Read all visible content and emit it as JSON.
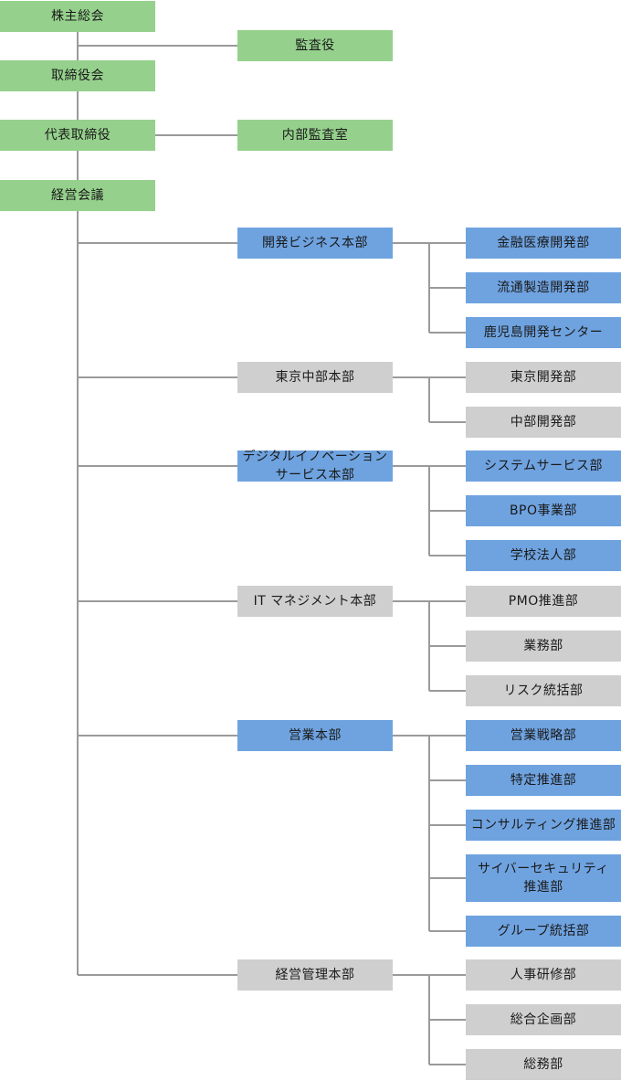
{
  "colors": {
    "green": "#95d18c",
    "blue": "#6fa3e0",
    "gray": "#cfcfcf",
    "line": "#9a9a9a"
  },
  "top": {
    "shareholders": "株主総会",
    "auditor": "監査役",
    "board": "取締役会",
    "representative": "代表取締役",
    "internal_audit": "内部監査室",
    "management_meeting": "経営会議"
  },
  "divisions": [
    {
      "name": "開発ビジネス本部",
      "color": "blue",
      "departments": [
        {
          "name": "金融医療開発部",
          "color": "blue"
        },
        {
          "name": "流通製造開発部",
          "color": "blue"
        },
        {
          "name": "鹿児島開発センター",
          "color": "blue"
        }
      ]
    },
    {
      "name": "東京中部本部",
      "color": "gray",
      "departments": [
        {
          "name": "東京開発部",
          "color": "gray"
        },
        {
          "name": "中部開発部",
          "color": "gray"
        }
      ]
    },
    {
      "name": "デジタルイノベーション\nサービス本部",
      "color": "blue",
      "departments": [
        {
          "name": "システムサービス部",
          "color": "blue"
        },
        {
          "name": "BPO事業部",
          "color": "blue"
        },
        {
          "name": "学校法人部",
          "color": "blue"
        }
      ]
    },
    {
      "name": "IT マネジメント本部",
      "color": "gray",
      "departments": [
        {
          "name": "PMO推進部",
          "color": "gray"
        },
        {
          "name": "業務部",
          "color": "gray"
        },
        {
          "name": "リスク統括部",
          "color": "gray"
        }
      ]
    },
    {
      "name": "営業本部",
      "color": "blue",
      "departments": [
        {
          "name": "営業戦略部",
          "color": "blue"
        },
        {
          "name": "特定推進部",
          "color": "blue"
        },
        {
          "name": "コンサルティング推進部",
          "color": "blue"
        },
        {
          "name": "サイバーセキュリティ\n推進部",
          "color": "blue"
        },
        {
          "name": "グループ統括部",
          "color": "blue"
        }
      ]
    },
    {
      "name": "経営管理本部",
      "color": "gray",
      "departments": [
        {
          "name": "人事研修部",
          "color": "gray"
        },
        {
          "name": "総合企画部",
          "color": "gray"
        },
        {
          "name": "総務部",
          "color": "gray"
        }
      ]
    }
  ]
}
